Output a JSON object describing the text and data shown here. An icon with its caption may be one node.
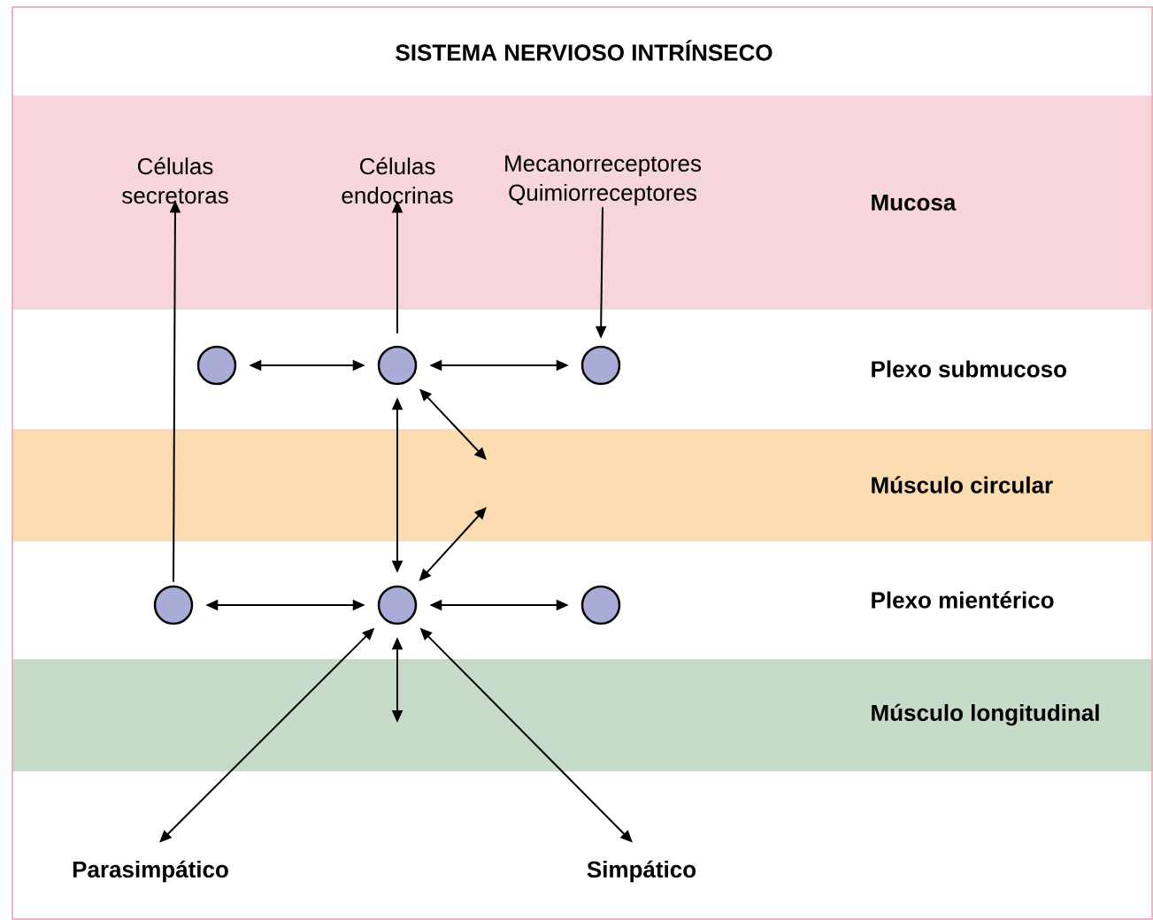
{
  "diagram": {
    "title": "SISTEMA NERVIOSO INTRÍNSECO",
    "nodes": [
      {
        "text": [
          "Células secretoras"
        ]
      },
      {
        "text": [
          "Células endocrinas"
        ]
      },
      {
        "text": [
          "Mecanorreceptores Quimiorreceptores"
        ]
      },
      {
        "text": [],
        "shape": "circle"
      },
      {
        "text": [],
        "shape": "circle"
      },
      {
        "text": [],
        "shape": "circle"
      },
      {
        "text": [],
        "shape": "circle"
      },
      {
        "text": [],
        "shape": "circle"
      },
      {
        "text": [],
        "shape": "circle"
      },
      {
        "text": [
          "Parasimpático"
        ]
      },
      {
        "text": [
          "Simpático"
        ]
      }
    ],
    "edges": [
      {
        "from": 6,
        "to": 0,
        "arrow": "to"
      },
      {
        "from": 4,
        "to": 1,
        "arrow": "to"
      },
      {
        "from": 2,
        "to": 5,
        "arrow": "to"
      },
      {
        "from": 3,
        "to": 4,
        "arrow": "both"
      },
      {
        "from": 4,
        "to": 5,
        "arrow": "both"
      },
      {
        "from": 4,
        "to": 7,
        "arrow": "both"
      },
      {
        "from": 4,
        "to": null,
        "arrow": "both"
      },
      {
        "from": 7,
        "to": null,
        "arrow": "both"
      },
      {
        "from": 6,
        "to": 7,
        "arrow": "both"
      },
      {
        "from": 7,
        "to": 8,
        "arrow": "both"
      },
      {
        "from": 7,
        "to": null,
        "arrow": "both"
      },
      {
        "from": 7,
        "to": 9,
        "arrow": "both"
      },
      {
        "from": 7,
        "to": 10,
        "arrow": "both"
      }
    ],
    "labels": [
      "Mucosa",
      "Plexo submucoso",
      "Músculo circular",
      "Plexo mientérico",
      "Músculo longitudinal"
    ]
  }
}
